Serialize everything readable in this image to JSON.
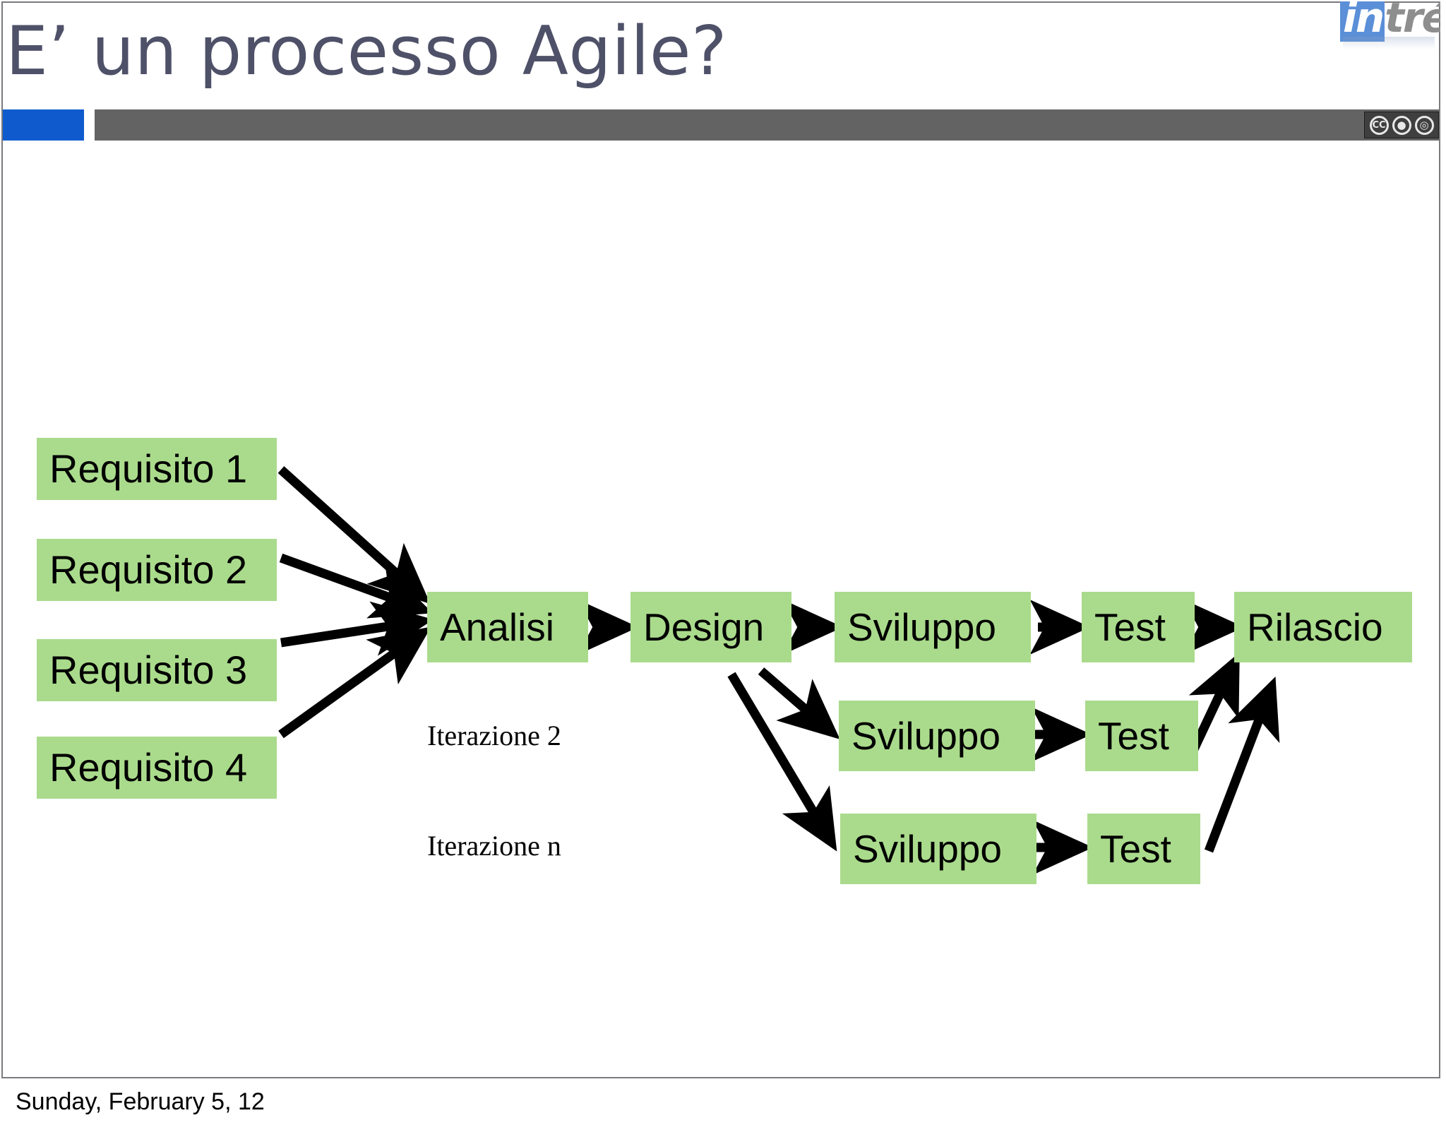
{
  "slide": {
    "title": "E’ un processo Agile?",
    "footer_date": "Sunday, February 5, 12",
    "accent_blue": "#0f5bce",
    "rule_gray": "#636363",
    "title_color": "#4e5168",
    "node_green": "#aadb8c"
  },
  "logo": {
    "part_blue": "in",
    "part_gray": "tré",
    "alt": "intré"
  },
  "license": {
    "cc": "CC",
    "by": "BY",
    "nd": "ND"
  },
  "diagram": {
    "type": "flowchart",
    "requirements": [
      {
        "label": "Requisito 1"
      },
      {
        "label": "Requisito 2"
      },
      {
        "label": "Requisito 3"
      },
      {
        "label": "Requisito 4"
      }
    ],
    "iteration_labels": [
      {
        "label": "Iterazione 2"
      },
      {
        "label": "Iterazione n"
      }
    ],
    "stages": {
      "analisi": "Analisi",
      "design": "Design",
      "sviluppo_1": "Sviluppo",
      "test_1": "Test",
      "rilascio": "Rilascio",
      "sviluppo_2": "Sviluppo",
      "test_2": "Test",
      "sviluppo_3": "Sviluppo",
      "test_3": "Test"
    }
  }
}
